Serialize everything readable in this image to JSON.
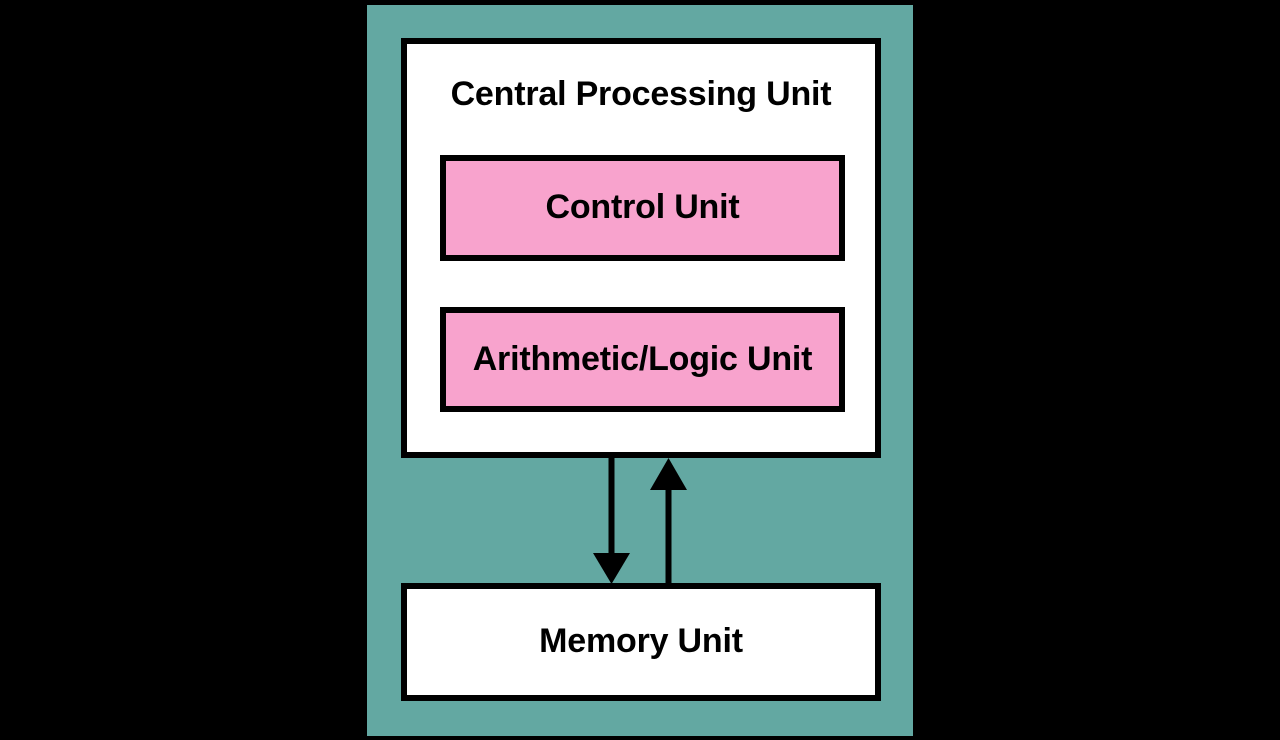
{
  "diagram": {
    "title": "Central Processing Unit and Memory Unit block diagram",
    "background_color": "#000000",
    "panel_color": "#63a8a2",
    "box_fill_white": "#ffffff",
    "box_fill_pink": "#f8a3cd",
    "stroke_color": "#000000"
  },
  "blocks": {
    "cpu": {
      "label": "Central Processing Unit",
      "fill": "#ffffff"
    },
    "control_unit": {
      "label": "Control Unit",
      "fill": "#f8a3cd"
    },
    "alu": {
      "label": "Arithmetic/Logic Unit",
      "fill": "#f8a3cd"
    },
    "memory": {
      "label": "Memory Unit",
      "fill": "#ffffff"
    }
  },
  "connectors": [
    {
      "name": "cpu-to-memory-arrow",
      "from": "cpu",
      "to": "memory",
      "direction": "down",
      "label": ""
    },
    {
      "name": "memory-to-cpu-arrow",
      "from": "memory",
      "to": "cpu",
      "direction": "up",
      "label": ""
    }
  ]
}
